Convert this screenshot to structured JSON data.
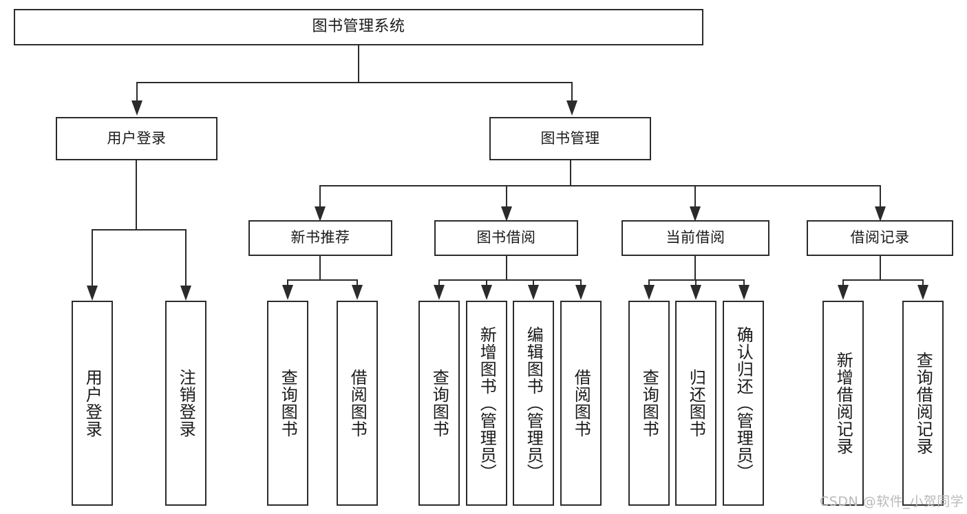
{
  "diagram": {
    "type": "tree-hierarchy-functional-decomposition",
    "root": {
      "label": "图书管理系统"
    },
    "level2": [
      {
        "label": "用户登录"
      },
      {
        "label": "图书管理"
      }
    ],
    "level3": [
      {
        "label": "新书推荐"
      },
      {
        "label": "图书借阅"
      },
      {
        "label": "当前借阅"
      },
      {
        "label": "借阅记录"
      }
    ],
    "leaves": {
      "user_login": [
        {
          "label": "用户登录"
        },
        {
          "label": "注销登录"
        }
      ],
      "new_book_recommend": [
        {
          "label": "查询图书"
        },
        {
          "label": "借阅图书"
        }
      ],
      "book_borrow": [
        {
          "label": "查询图书"
        },
        {
          "label": "新增图书（管理员）"
        },
        {
          "label": "编辑图书（管理员）"
        },
        {
          "label": "借阅图书"
        }
      ],
      "current_borrow": [
        {
          "label": "查询图书"
        },
        {
          "label": "归还图书"
        },
        {
          "label": "确认归还（管理员）"
        }
      ],
      "borrow_record": [
        {
          "label": "新增借阅记录"
        },
        {
          "label": "查询借阅记录"
        }
      ]
    }
  },
  "watermark": {
    "text": "CSDN @软件_小贺同学"
  },
  "colors": {
    "border": "#2b2b2b",
    "background": "#ffffff",
    "text": "#1a1a1a",
    "watermark": "#b9b9b9"
  }
}
